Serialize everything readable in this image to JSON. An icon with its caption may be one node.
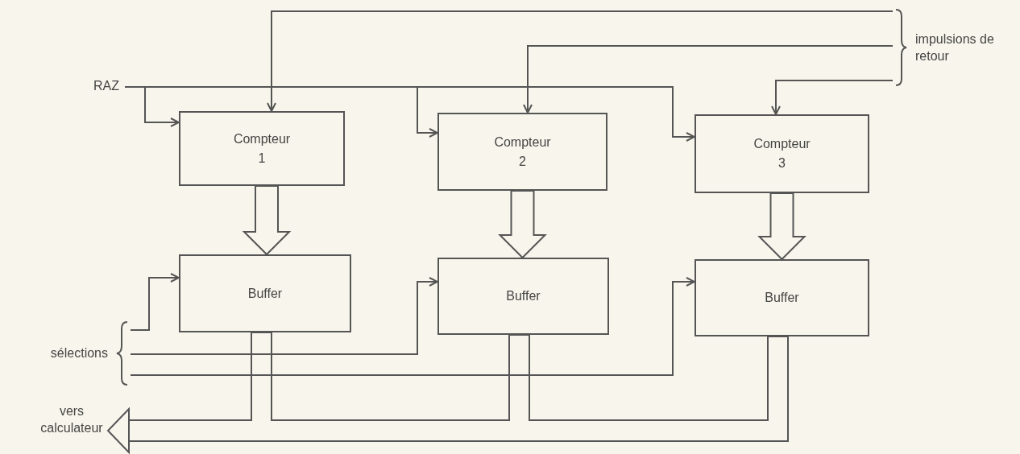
{
  "diagram": {
    "nodes": [
      {
        "text": [
          "RAZ"
        ]
      },
      {
        "text": [
          "Compteur 1"
        ]
      },
      {
        "text": [
          "Compteur 2"
        ]
      },
      {
        "text": [
          "Compteur 3"
        ]
      },
      {
        "text": [
          "Buffer"
        ]
      },
      {
        "text": [
          "Buffer"
        ]
      },
      {
        "text": [
          "Buffer"
        ]
      },
      {
        "text": [
          "impulsions de retour"
        ]
      },
      {
        "text": [
          "sélections"
        ]
      },
      {
        "text": [
          "vers calculateur"
        ]
      }
    ],
    "edges": [
      {
        "from": 0,
        "to": 1,
        "arrow": "to"
      },
      {
        "from": 0,
        "to": 2,
        "arrow": "to"
      },
      {
        "from": 0,
        "to": 3,
        "arrow": "to"
      },
      {
        "from": 7,
        "to": 1,
        "arrow": "to"
      },
      {
        "from": 7,
        "to": 2,
        "arrow": "to"
      },
      {
        "from": 7,
        "to": 3,
        "arrow": "to"
      },
      {
        "from": 1,
        "to": 4,
        "arrow": "to",
        "style": "thick"
      },
      {
        "from": 2,
        "to": 5,
        "arrow": "to",
        "style": "thick"
      },
      {
        "from": 3,
        "to": 6,
        "arrow": "to",
        "style": "thick"
      },
      {
        "from": 8,
        "to": 4,
        "arrow": "to"
      },
      {
        "from": 8,
        "to": 5,
        "arrow": "to"
      },
      {
        "from": 8,
        "to": 6,
        "arrow": "to"
      },
      {
        "from": 4,
        "to": 9,
        "arrow": "to",
        "style": "thick"
      },
      {
        "from": 5,
        "to": 9,
        "arrow": "to",
        "style": "thick"
      },
      {
        "from": 6,
        "to": 9,
        "arrow": "to",
        "style": "thick"
      }
    ]
  }
}
